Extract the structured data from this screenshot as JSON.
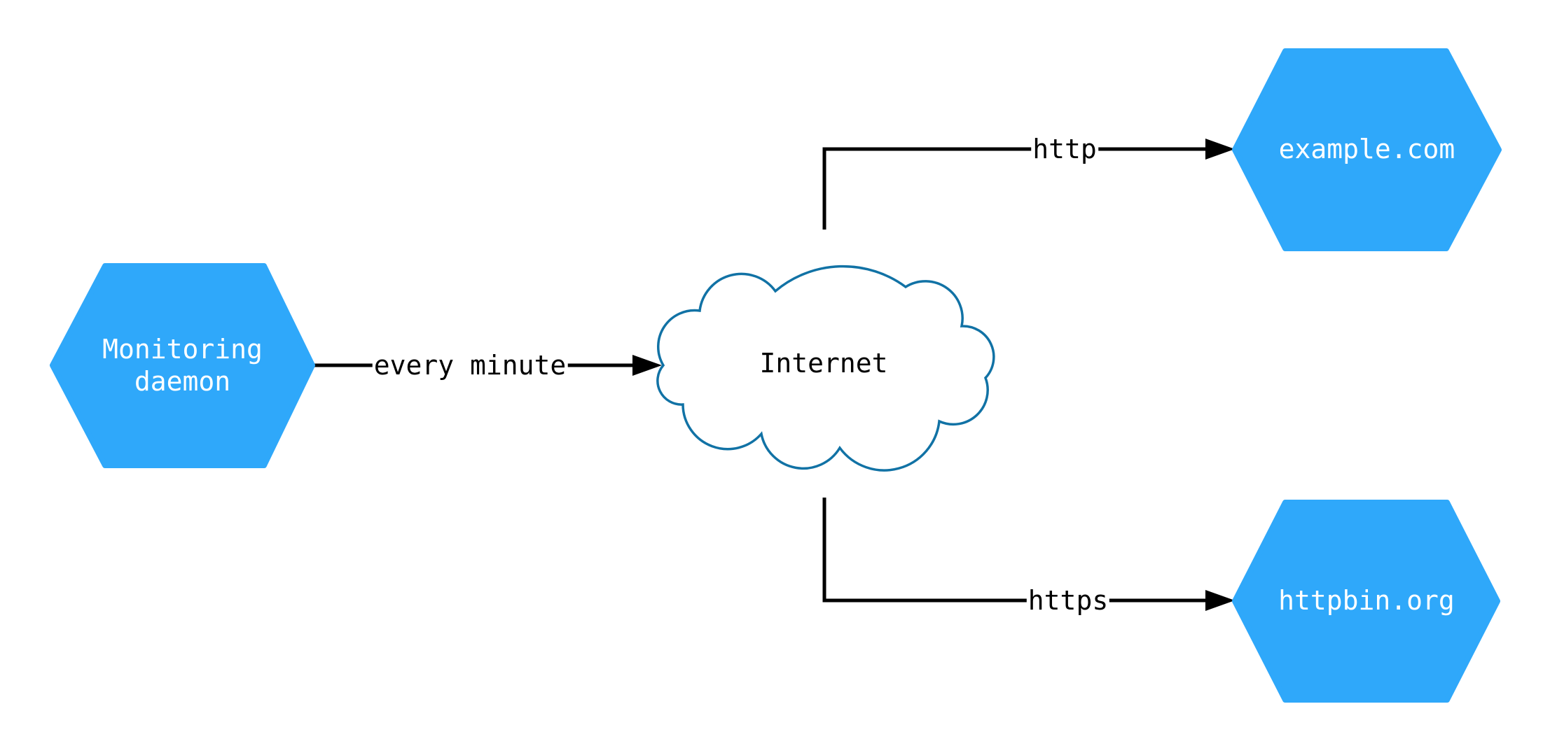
{
  "diagram": {
    "nodes": [
      {
        "id": "monitoring-daemon",
        "shape": "hexagon",
        "label": "Monitoring daemon",
        "label_lines": [
          "Monitoring",
          "daemon"
        ]
      },
      {
        "id": "internet",
        "shape": "cloud",
        "label": "Internet"
      },
      {
        "id": "example-com",
        "shape": "hexagon",
        "label": "example.com"
      },
      {
        "id": "httpbin-org",
        "shape": "hexagon",
        "label": "httpbin.org"
      }
    ],
    "edges": [
      {
        "from": "monitoring-daemon",
        "to": "internet",
        "label": "every minute"
      },
      {
        "from": "internet",
        "to": "example-com",
        "label": "http"
      },
      {
        "from": "internet",
        "to": "httpbin-org",
        "label": "https"
      }
    ]
  },
  "theme": {
    "bg": "#ffffff",
    "node-fill": "#2fa8fa",
    "node-text": "#ffffff",
    "cloud-stroke": "#1172a5",
    "cloud-fill": "#ffffff",
    "edge-stroke": "#000000",
    "edge-text": "#000000"
  }
}
